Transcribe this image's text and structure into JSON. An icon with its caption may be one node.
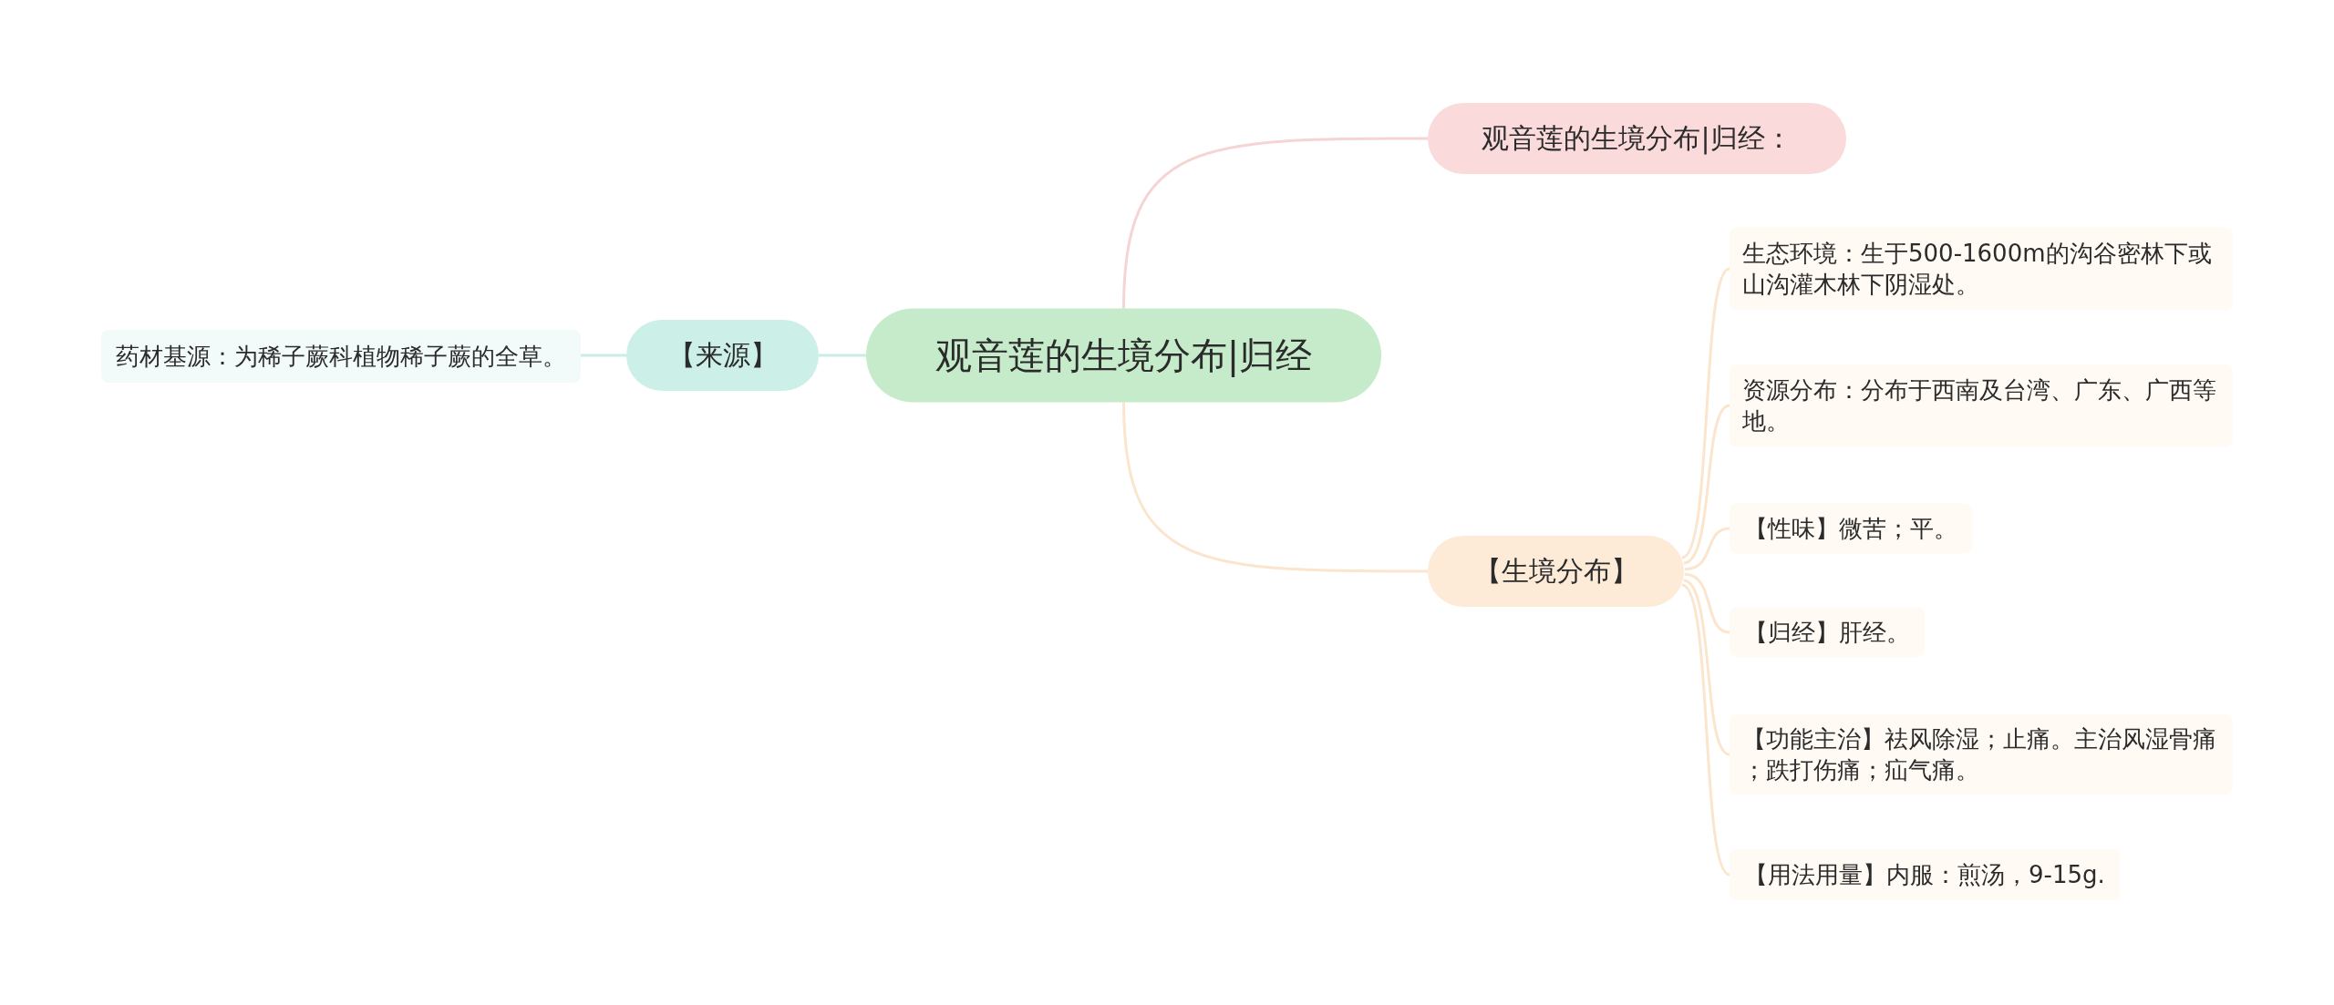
{
  "diagram": {
    "nodes": [
      {
        "text": [
          "观音莲的生境分布|归经"
        ]
      },
      {
        "text": [
          "观音莲的生境分布|归经："
        ]
      },
      {
        "text": [
          "【来源】"
        ]
      },
      {
        "text": [
          "药材基源：为稀子蕨科植物稀子蕨的全草。"
        ]
      },
      {
        "text": [
          "【生境分布】"
        ]
      },
      {
        "text": [
          "生态环境：生于500-1600m的沟谷密林下或山沟灌木林下阴湿处。"
        ]
      },
      {
        "text": [
          "资源分布：分布于西南及台湾、广东、广西等地。"
        ]
      },
      {
        "text": [
          "【性味】微苦；平。"
        ]
      },
      {
        "text": [
          "【归经】肝经。"
        ]
      },
      {
        "text": [
          "【功能主治】祛风除湿；止痛。主治风湿骨痛；跌打伤痛；疝气痛。"
        ]
      },
      {
        "text": [
          "【用法用量】内服：煎汤，9-15g."
        ]
      }
    ],
    "edges": [
      {
        "from": 0,
        "to": 1,
        "arrow": "none",
        "color": "#f7d4d4"
      },
      {
        "from": 0,
        "to": 2,
        "arrow": "none",
        "color": "#c9ede6"
      },
      {
        "from": 2,
        "to": 3,
        "arrow": "none",
        "color": "#c9ede6"
      },
      {
        "from": 0,
        "to": 4,
        "arrow": "none"
      },
      {
        "from": 4,
        "to": 5,
        "arrow": "none"
      },
      {
        "from": 4,
        "to": 6,
        "arrow": "none"
      },
      {
        "from": 4,
        "to": 7,
        "arrow": "none"
      },
      {
        "from": 4,
        "to": 8,
        "arrow": "none"
      },
      {
        "from": 4,
        "to": 9,
        "arrow": "none"
      },
      {
        "from": 4,
        "to": 10,
        "arrow": "none"
      }
    ]
  }
}
